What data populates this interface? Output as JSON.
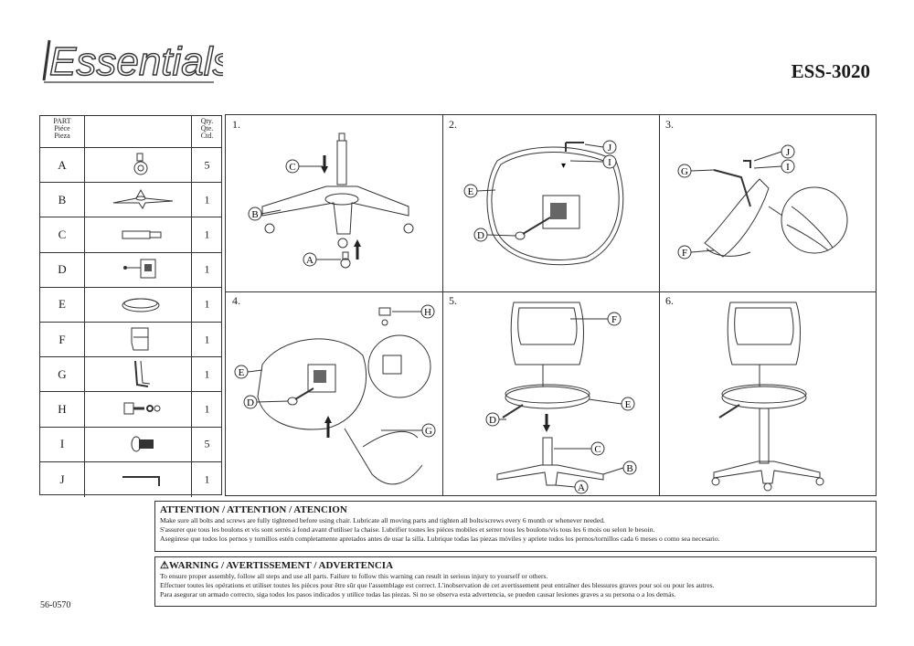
{
  "brand": {
    "logo_text": "Essentials"
  },
  "model": "ESS-3020",
  "parts_table": {
    "headers": {
      "part": [
        "PART",
        "Piéce",
        "Pieza"
      ],
      "qty": [
        "Qty.",
        "Qte.",
        "Ctd."
      ]
    },
    "rows": [
      {
        "letter": "A",
        "qty": "5",
        "icon": "caster-icon"
      },
      {
        "letter": "B",
        "qty": "1",
        "icon": "chair-base-icon"
      },
      {
        "letter": "C",
        "qty": "1",
        "icon": "gas-cylinder-icon"
      },
      {
        "letter": "D",
        "qty": "1",
        "icon": "mechanism-plate-icon"
      },
      {
        "letter": "E",
        "qty": "1",
        "icon": "seat-cushion-icon"
      },
      {
        "letter": "F",
        "qty": "1",
        "icon": "backrest-icon"
      },
      {
        "letter": "G",
        "qty": "1",
        "icon": "back-bracket-icon"
      },
      {
        "letter": "H",
        "qty": "1",
        "icon": "bolt-washer-icon"
      },
      {
        "letter": "I",
        "qty": "5",
        "icon": "screw-icon"
      },
      {
        "letter": "J",
        "qty": "1",
        "icon": "allen-key-icon"
      }
    ]
  },
  "steps": [
    {
      "number": "1.",
      "labels": [
        "C",
        "B",
        "A"
      ]
    },
    {
      "number": "2.",
      "labels": [
        "J",
        "I",
        "E",
        "D"
      ]
    },
    {
      "number": "3.",
      "labels": [
        "J",
        "G",
        "I",
        "F"
      ]
    },
    {
      "number": "4.",
      "labels": [
        "H",
        "E",
        "D",
        "G"
      ]
    },
    {
      "number": "5.",
      "labels": [
        "F",
        "E",
        "D",
        "C",
        "B",
        "A"
      ]
    },
    {
      "number": "6.",
      "labels": []
    }
  ],
  "attention": {
    "title": "ATTENTION / ATTENTION / ATENCION",
    "lines": [
      "Make sure all bolts and screws are fully tightened before using chair. Lubricate all moving parts and tighten all bolts/screws every 6 month or whenever needed.",
      "S'assurer que tous les boulons et vis sont serrés à fond avant d'utiliser la chaise. Lubrifier toutes les pièces mobiles et serrer tous les boulons/vis tous les 6 mois ou selon le besoin.",
      "Asegúrese que todos los pernos y tornillos estén completamente apretados antes de usar la silla. Lubrique todas las piezas móviles y apriete todos los pernos/tornillos cada 6 meses o como sea necesario."
    ]
  },
  "warning": {
    "title": "WARNING / AVERTISSEMENT / ADVERTENCIA",
    "icon": "warning-triangle-icon",
    "lines": [
      "To ensure proper assembly, follow all steps and use all parts. Failure to follow this warning can result in serious injury to yourself or others.",
      "Effectuer toutes les opérations et utiliser toutes les pièces pour être sûr que l'assemblage est correct. L'inobservation de cet avertissement peut entraîner des blessures graves pour soi ou pour les autres.",
      "Para asegurar un armado correcto, siga todos los pasos indicados y utilice todas las piezas. Si no se observa esta advertencia, se pueden causar lesiones graves a su persona o a los demás."
    ]
  },
  "doc_code": "56-0570"
}
